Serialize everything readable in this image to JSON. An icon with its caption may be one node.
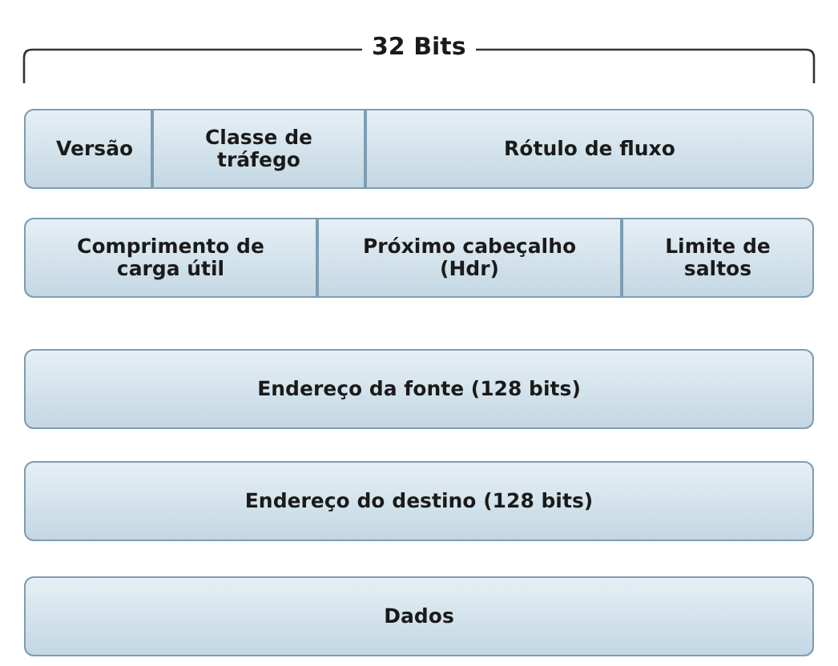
{
  "diagram": {
    "nodes": [
      {
        "text": [
          "Versão"
        ]
      },
      {
        "text": [
          "Classe de tráfego"
        ]
      },
      {
        "text": [
          "Rótulo de fluxo"
        ]
      },
      {
        "text": [
          "Comprimento de carga útil"
        ]
      },
      {
        "text": [
          "Próximo cabeçalho (Hdr)"
        ]
      },
      {
        "text": [
          "Limite de saltos"
        ]
      },
      {
        "text": [
          "Endereço da fonte (128 bits)"
        ]
      },
      {
        "text": [
          "Endereço do destino (128 bits)"
        ]
      },
      {
        "text": [
          "Dados"
        ]
      }
    ],
    "labels": [
      "32 Bits"
    ]
  }
}
